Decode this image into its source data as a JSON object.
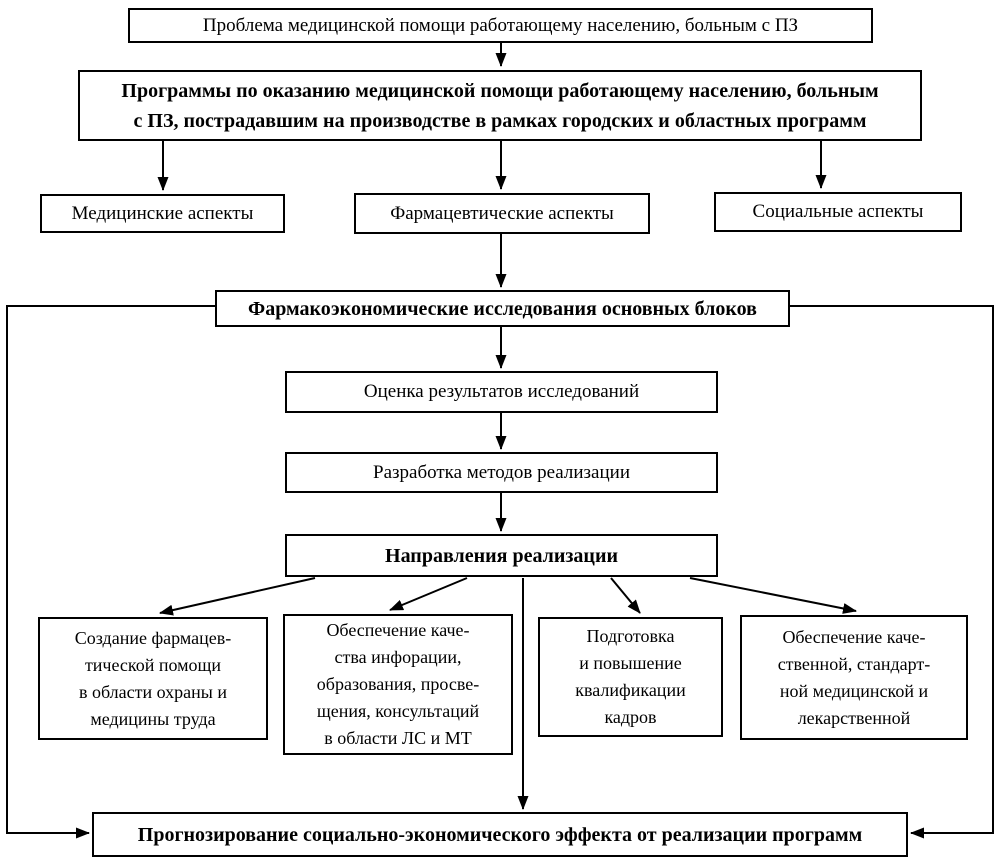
{
  "diagram": {
    "type": "flowchart",
    "language": "ru",
    "colors": {
      "background": "#ffffff",
      "box_border": "#000000",
      "text": "#000000",
      "line": "#000000"
    },
    "nodes": {
      "problem": {
        "label": "Проблема медицинской помощи работающему населению, больным с ПЗ"
      },
      "programs": {
        "label": "Программы по оказанию медицинской помощи работающему населению, больным\nс ПЗ, пострадавшим на производстве в рамках городских и областных программ"
      },
      "medical_aspects": {
        "label": "Медицинские аспекты"
      },
      "pharmaceutical_aspects": {
        "label": "Фармацевтические аспекты"
      },
      "social_aspects": {
        "label": "Социальные аспекты"
      },
      "pharmacoeconomic": {
        "label": "Фармакоэкономические исследования основных блоков"
      },
      "evaluation": {
        "label": "Оценка результатов исследований"
      },
      "methods": {
        "label": "Разработка методов реализации"
      },
      "directions": {
        "label": "Направления реализации"
      },
      "direction1": {
        "label": "Создание фармацев-\nтической помощи\nв области охраны и\nмедицины труда"
      },
      "direction2": {
        "label": "Обеспечение каче-\nства инфорации,\nобразования, просве-\nщения, консультаций\nв области ЛС и МТ"
      },
      "direction3": {
        "label": "Подготовка\nи повышение\nквалификации\nкадров"
      },
      "direction4": {
        "label": "Обеспечение каче-\nственной, стандарт-\nной медицинской и\nлекарственной"
      },
      "forecast": {
        "label": "Прогнозирование социально-экономического эффекта от реализации программ"
      }
    }
  }
}
